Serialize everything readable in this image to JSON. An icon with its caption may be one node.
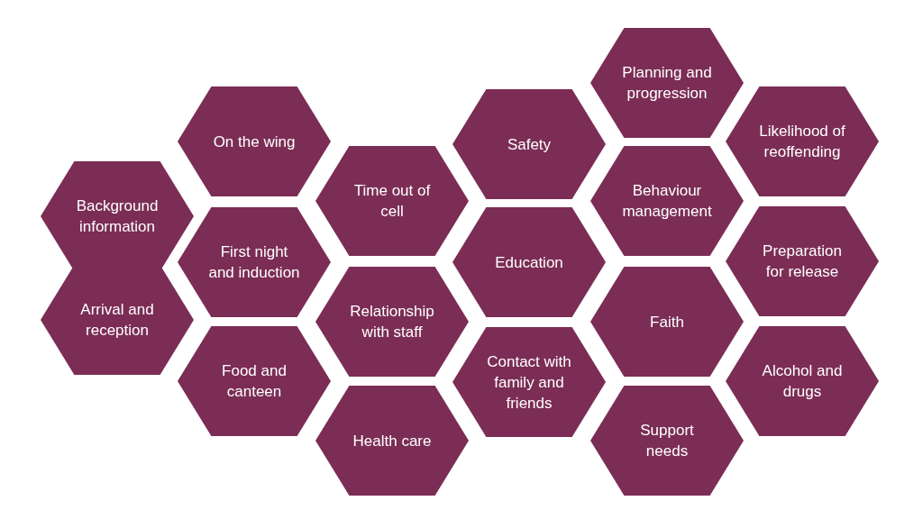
{
  "diagram": {
    "nodes": [
      {
        "text": [
          "Background information"
        ]
      },
      {
        "text": [
          "Arrival and reception"
        ]
      },
      {
        "text": [
          "On the wing"
        ]
      },
      {
        "text": [
          "First night and induction"
        ]
      },
      {
        "text": [
          "Food and canteen"
        ]
      },
      {
        "text": [
          "Time out of cell"
        ]
      },
      {
        "text": [
          "Relationship with staff"
        ]
      },
      {
        "text": [
          "Health care"
        ]
      },
      {
        "text": [
          "Safety"
        ]
      },
      {
        "text": [
          "Education"
        ]
      },
      {
        "text": [
          "Contact with family and friends"
        ]
      },
      {
        "text": [
          "Planning and progression"
        ]
      },
      {
        "text": [
          "Behaviour management"
        ]
      },
      {
        "text": [
          "Faith"
        ]
      },
      {
        "text": [
          "Support needs"
        ]
      },
      {
        "text": [
          "Likelihood of reoffending"
        ]
      },
      {
        "text": [
          "Preparation for release"
        ]
      },
      {
        "text": [
          "Alcohol and drugs"
        ]
      }
    ]
  }
}
